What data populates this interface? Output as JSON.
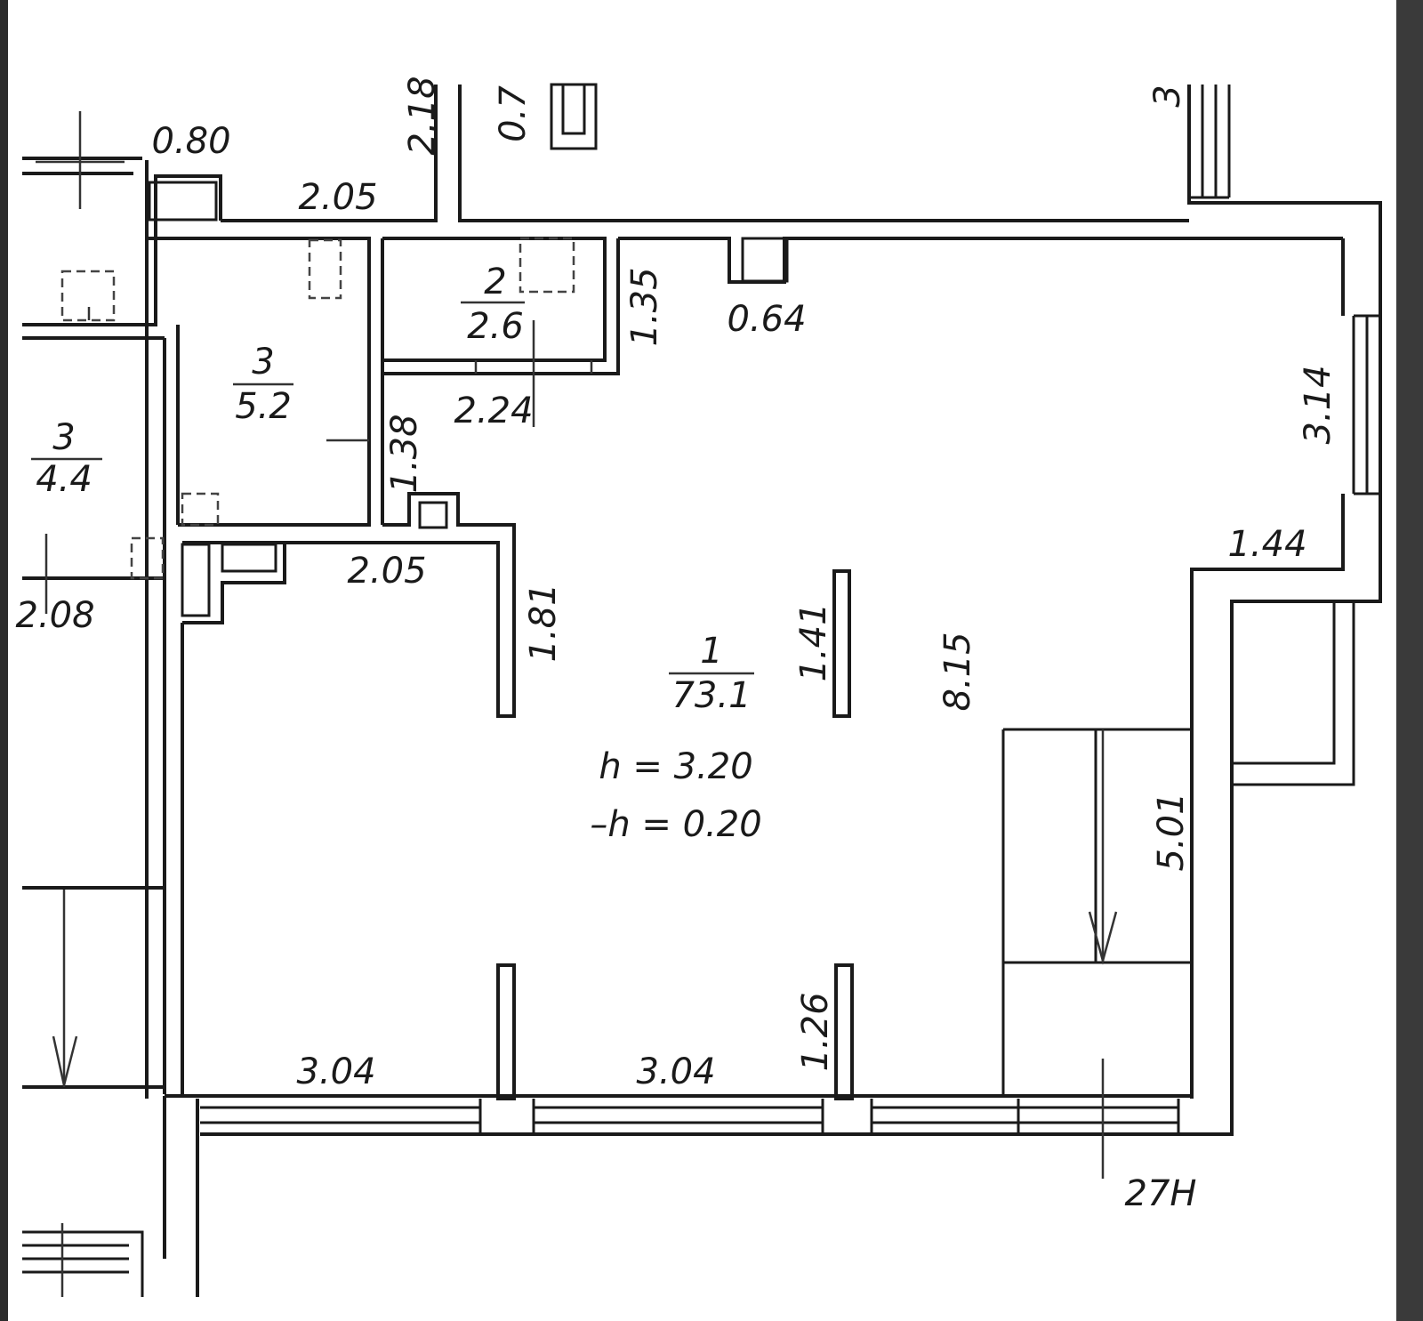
{
  "rooms": {
    "main": {
      "number": "1",
      "area": "73.1"
    },
    "room2": {
      "number": "2",
      "area": "2.6"
    },
    "room3": {
      "number": "3",
      "area": "5.2"
    },
    "room3_left": {
      "number": "3",
      "area": "4.4"
    }
  },
  "heights": {
    "ceiling": "h = 3.20",
    "floor_step": "–h = 0.20"
  },
  "dimensions": {
    "d080": "0.80",
    "d205_top": "2.05",
    "d218": "2.18",
    "d07": "0.7",
    "d3_partial": "3",
    "d064": "0.64",
    "d135": "1.35",
    "d224": "2.24",
    "d138": "1.38",
    "d314": "3.14",
    "d144": "1.44",
    "d205_mid": "2.05",
    "d208": "2.08",
    "d181": "1.81",
    "d141": "1.41",
    "d815": "8.15",
    "d501": "5.01",
    "d126": "1.26",
    "d304_left": "3.04",
    "d304_right": "3.04"
  },
  "axis_label": "27Н"
}
